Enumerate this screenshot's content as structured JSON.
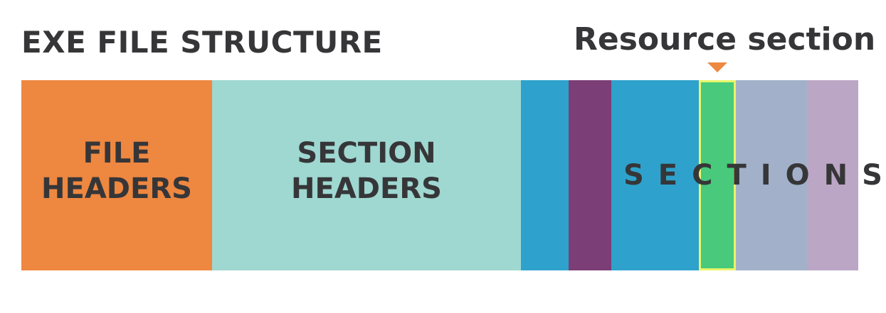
{
  "title": "EXE FILE STRUCTURE",
  "callout": {
    "label": "Resource section",
    "color": "#ee8740"
  },
  "blocks": [
    {
      "id": "file-headers",
      "line1": "FILE",
      "line2": "HEADERS",
      "color": "#ee8740"
    },
    {
      "id": "section-headers",
      "line1": "SECTION",
      "line2": "HEADERS",
      "color": "#9fd7d1"
    }
  ],
  "sections": {
    "label": "SECTIONS",
    "colors": [
      "#2ea2cc",
      "#7c3e77",
      "#2ea2cc",
      "#48c97b",
      "#a2b1c9",
      "#bba6c5"
    ],
    "highlight_color": "#e8f56a",
    "highlighted_section": "Resource section"
  }
}
